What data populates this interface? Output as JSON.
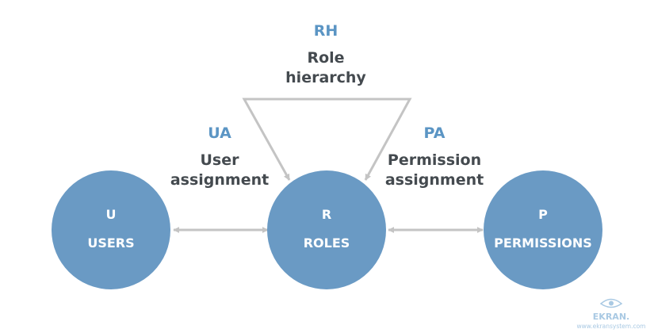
{
  "nodes": [
    {
      "id": "users",
      "letter": "U",
      "label": "USERS"
    },
    {
      "id": "roles",
      "letter": "R",
      "label": "ROLES"
    },
    {
      "id": "permissions",
      "letter": "P",
      "label": "PERMISSIONS"
    }
  ],
  "relations": {
    "hierarchy": {
      "abbr": "RH",
      "line1": "Role",
      "line2": "hierarchy"
    },
    "user_assignment": {
      "abbr": "UA",
      "line1": "User",
      "line2": "assignment"
    },
    "permission_assignment": {
      "abbr": "PA",
      "line1": "Permission",
      "line2": "assignment"
    }
  },
  "watermark": {
    "name": "EKRAN.",
    "url": "www.ekransystem.com"
  },
  "colors": {
    "node_fill": "#6a9ac4",
    "abbr_text": "#5b95c4",
    "desc_text": "#444a4f",
    "connector": "#c4c4c4"
  }
}
